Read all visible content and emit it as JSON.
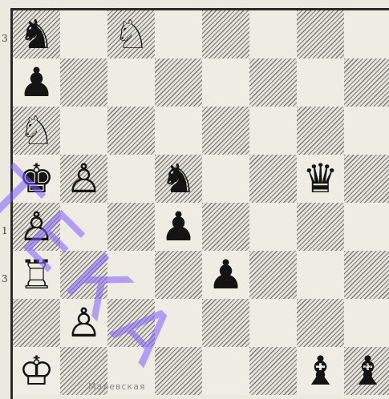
{
  "board": {
    "squares_light_first": false,
    "pieces": [
      {
        "square": "a8",
        "glyph": "♞",
        "name": "black-knight"
      },
      {
        "square": "c8",
        "glyph": "♘",
        "name": "white-knight"
      },
      {
        "square": "a7",
        "glyph": "♟",
        "name": "black-pawn"
      },
      {
        "square": "a6",
        "glyph": "♘",
        "name": "white-knight"
      },
      {
        "square": "a5",
        "glyph": "♚",
        "name": "black-king"
      },
      {
        "square": "b5",
        "glyph": "♙",
        "name": "white-pawn"
      },
      {
        "square": "d5",
        "glyph": "♞",
        "name": "black-knight"
      },
      {
        "square": "g5",
        "glyph": "♛",
        "name": "black-queen"
      },
      {
        "square": "a4",
        "glyph": "♙",
        "name": "white-pawn"
      },
      {
        "square": "d4",
        "glyph": "♟",
        "name": "black-pawn"
      },
      {
        "square": "a3",
        "glyph": "♖",
        "name": "white-rook"
      },
      {
        "square": "e3",
        "glyph": "♟",
        "name": "black-pawn"
      },
      {
        "square": "b2",
        "glyph": "♙",
        "name": "white-pawn"
      },
      {
        "square": "a1",
        "glyph": "♔",
        "name": "white-king"
      },
      {
        "square": "g1",
        "glyph": "♝",
        "name": "black-bishop"
      },
      {
        "square": "h1",
        "glyph": "♝",
        "name": "black-bishop"
      }
    ]
  },
  "rank_labels": [
    "3",
    "",
    "",
    "",
    "1",
    "3",
    "",
    ""
  ],
  "footer_text": "Малевская",
  "watermark": "ТЕКА",
  "colors": {
    "light_square": "#efece4",
    "dark_square_hatch": "#282828",
    "watermark": "#7d5fff"
  }
}
